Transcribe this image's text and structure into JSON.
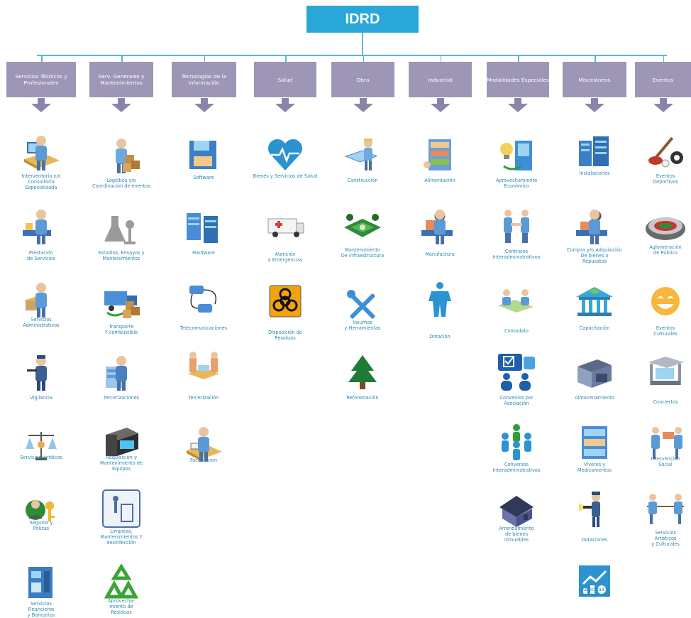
{
  "root": {
    "label": "IDRD"
  },
  "colors": {
    "root": "#29a7d8",
    "category": "#9e96b7",
    "label": "#2b87b0",
    "arrow": "#8c84a8"
  },
  "categories": [
    {
      "label": "Servicios Técnicos y Profesionales",
      "items": [
        {
          "icon": "monitor-analyst-icon",
          "label": "Interventoría y/o\nConsultoría\nEspecializada"
        },
        {
          "icon": "conveyor-service-icon",
          "label": "Prestación\nde Servicios"
        },
        {
          "icon": "admin-worker-icon",
          "label": "Servicios\nAdministrativos"
        },
        {
          "icon": "security-guard-icon",
          "label": "Vigilancia"
        },
        {
          "icon": "balance-scale-icon",
          "label": "Servicios Jurídicos"
        },
        {
          "icon": "insurance-key-icon",
          "label": "Seguros y\nPólizas"
        },
        {
          "icon": "atm-bank-icon",
          "label": "Servicios\nFinancieros\ny Bancarios"
        }
      ]
    },
    {
      "label": "Serv. Generales y Mantenimientos",
      "items": [
        {
          "icon": "logistics-boxes-icon",
          "label": "Logística y/o\nCoordinación de eventos"
        },
        {
          "icon": "lab-flask-icon",
          "label": "Estudios, Ensayos y Mantenimientos"
        },
        {
          "icon": "transport-truck-icon",
          "label": "Transporte\nY combustible"
        },
        {
          "icon": "outsourcing-desk-icon",
          "label": "Tercerizaciones"
        },
        {
          "icon": "equipment-machine-icon",
          "label": "Adquisición  y\nMantenimiento de\nEquipos"
        },
        {
          "icon": "trash-bin-icon",
          "label": "Limpieza,\nMantenimientos Y\ndesinfección"
        },
        {
          "icon": "recycle-icon",
          "label": "Aprovecha-\nmiento de\nResiduos"
        }
      ]
    },
    {
      "label": "Tecnologías de la Información",
      "items": [
        {
          "icon": "floppy-disk-icon",
          "label": "Software"
        },
        {
          "icon": "server-rack-icon",
          "label": "Hardware"
        },
        {
          "icon": "telephone-network-icon",
          "label": "Telecomunicaciones"
        },
        {
          "icon": "meeting-table-icon",
          "label": "Tercerización"
        },
        {
          "icon": "billing-desk-icon",
          "label": "Facturación"
        }
      ]
    },
    {
      "label": "Salud",
      "items": [
        {
          "icon": "heart-pulse-icon",
          "label": "Bienes y Servicios de Salud"
        },
        {
          "icon": "ambulance-icon",
          "label": "Atención\na Emergencias"
        },
        {
          "icon": "biohazard-icon",
          "label": "Disposición de\nResiduos"
        }
      ]
    },
    {
      "label": "Obra",
      "items": [
        {
          "icon": "construction-worker-icon",
          "label": "Construcción"
        },
        {
          "icon": "park-map-icon",
          "label": "Mantenimiento\nDe infraestructura"
        },
        {
          "icon": "tools-wrench-icon",
          "label": "Insumos\ny Herramientas"
        },
        {
          "icon": "pine-tree-icon",
          "label": "Reforestación"
        }
      ]
    },
    {
      "label": "Industrial",
      "items": [
        {
          "icon": "food-shelf-icon",
          "label": "Alimentación"
        },
        {
          "icon": "manufacturing-icon",
          "label": "Manufactura"
        },
        {
          "icon": "uniform-icon",
          "label": "Dotación"
        }
      ]
    },
    {
      "label": "Modalidades Especiales",
      "items": [
        {
          "icon": "idea-cabinet-icon",
          "label": "Aprovechamiento\nEconómico"
        },
        {
          "icon": "handshake-icon",
          "label": "Contratos\nInteradministrativos"
        },
        {
          "icon": "comodato-desk-icon",
          "label": "Comodato"
        },
        {
          "icon": "association-chat-icon",
          "label": "Convenios por\nAsociación"
        },
        {
          "icon": "people-group-icon",
          "label": "Convenios\nInteradministrativos"
        },
        {
          "icon": "house-icon",
          "label": "Arrendamiento\nde bienes\ninmuebles"
        }
      ]
    },
    {
      "label": "Misceláneos",
      "items": [
        {
          "icon": "buildings-icon",
          "label": "Instalaciones"
        },
        {
          "icon": "purchase-conveyor-icon",
          "label": "Compra y/o Adquisición\nDe bienes o\nRepuestos"
        },
        {
          "icon": "graduation-building-icon",
          "label": "Capacitación"
        },
        {
          "icon": "warehouse-icon",
          "label": "Almacenamiento"
        },
        {
          "icon": "supplies-shelf-icon",
          "label": "Víveres y\nMedicamentos"
        },
        {
          "icon": "flashlight-worker-icon",
          "label": "Dotaciones"
        },
        {
          "icon": "analytics-chart-icon",
          "label": "Publicidad y\ndivulgación"
        }
      ]
    },
    {
      "label": "Eventos",
      "items": [
        {
          "icon": "sports-equipment-icon",
          "label": "Eventos\nDeportivos"
        },
        {
          "icon": "stadium-icon",
          "label": "Aglomeración\nde Público"
        },
        {
          "icon": "smiley-face-icon",
          "label": "Eventos\nCulturales"
        },
        {
          "icon": "stage-kiosk-icon",
          "label": "Conciertos"
        },
        {
          "icon": "social-workers-icon",
          "label": "Intervención\nSocial"
        },
        {
          "icon": "tug-of-war-icon",
          "label": "Servicios\nArtísticos\ny Culturales"
        }
      ]
    }
  ]
}
